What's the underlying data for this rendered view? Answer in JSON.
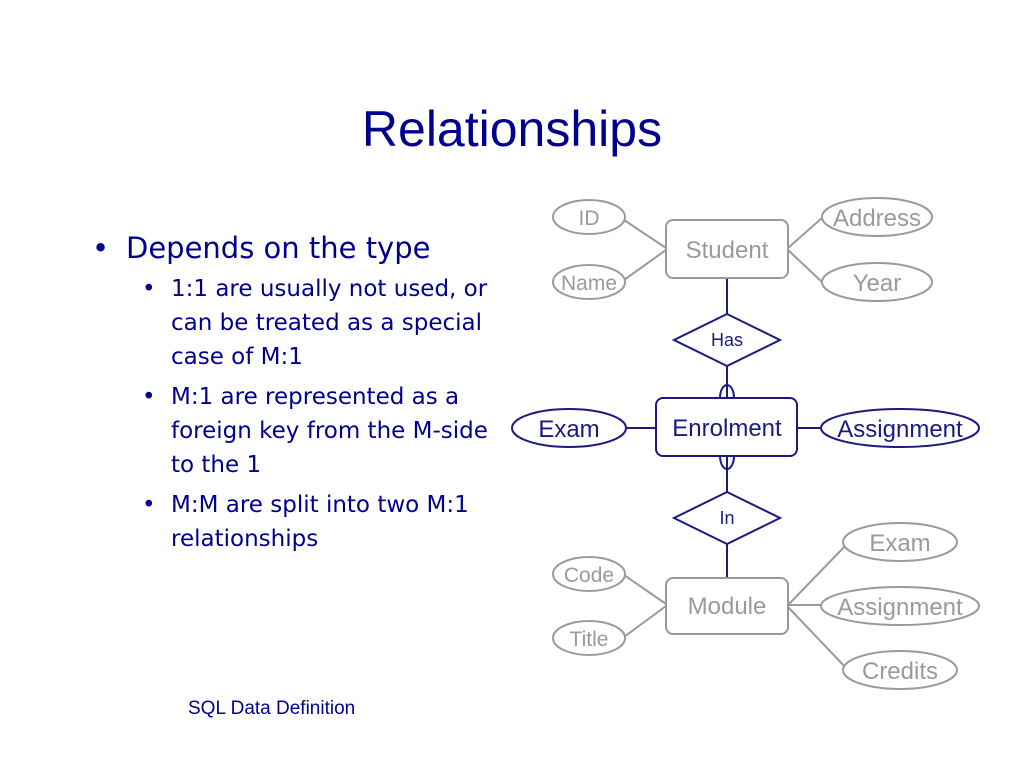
{
  "title": "Relationships",
  "bullets": {
    "main": "Depends on the type",
    "sub": [
      "1:1 are usually not used, or can be treated as a special case of M:1",
      "M:1 are represented as a foreign key from the M-side to the 1",
      "M:M are split into two M:1 relationships"
    ]
  },
  "diagram": {
    "entities": {
      "student": "Student",
      "enrolment": "Enrolment",
      "module": "Module"
    },
    "relationships": {
      "has": "Has",
      "in": "In"
    },
    "attributes": {
      "id": "ID",
      "name": "Name",
      "address": "Address",
      "year": "Year",
      "exam": "Exam",
      "assignment": "Assignment",
      "code": "Code",
      "title": "Title",
      "module_exam": "Exam",
      "module_assignment": "Assignment",
      "credits": "Credits"
    }
  },
  "footer": "SQL Data Definition",
  "colors": {
    "heading": "#00008f",
    "active": "#1a1a80",
    "inactive": "#9a9a9a"
  }
}
